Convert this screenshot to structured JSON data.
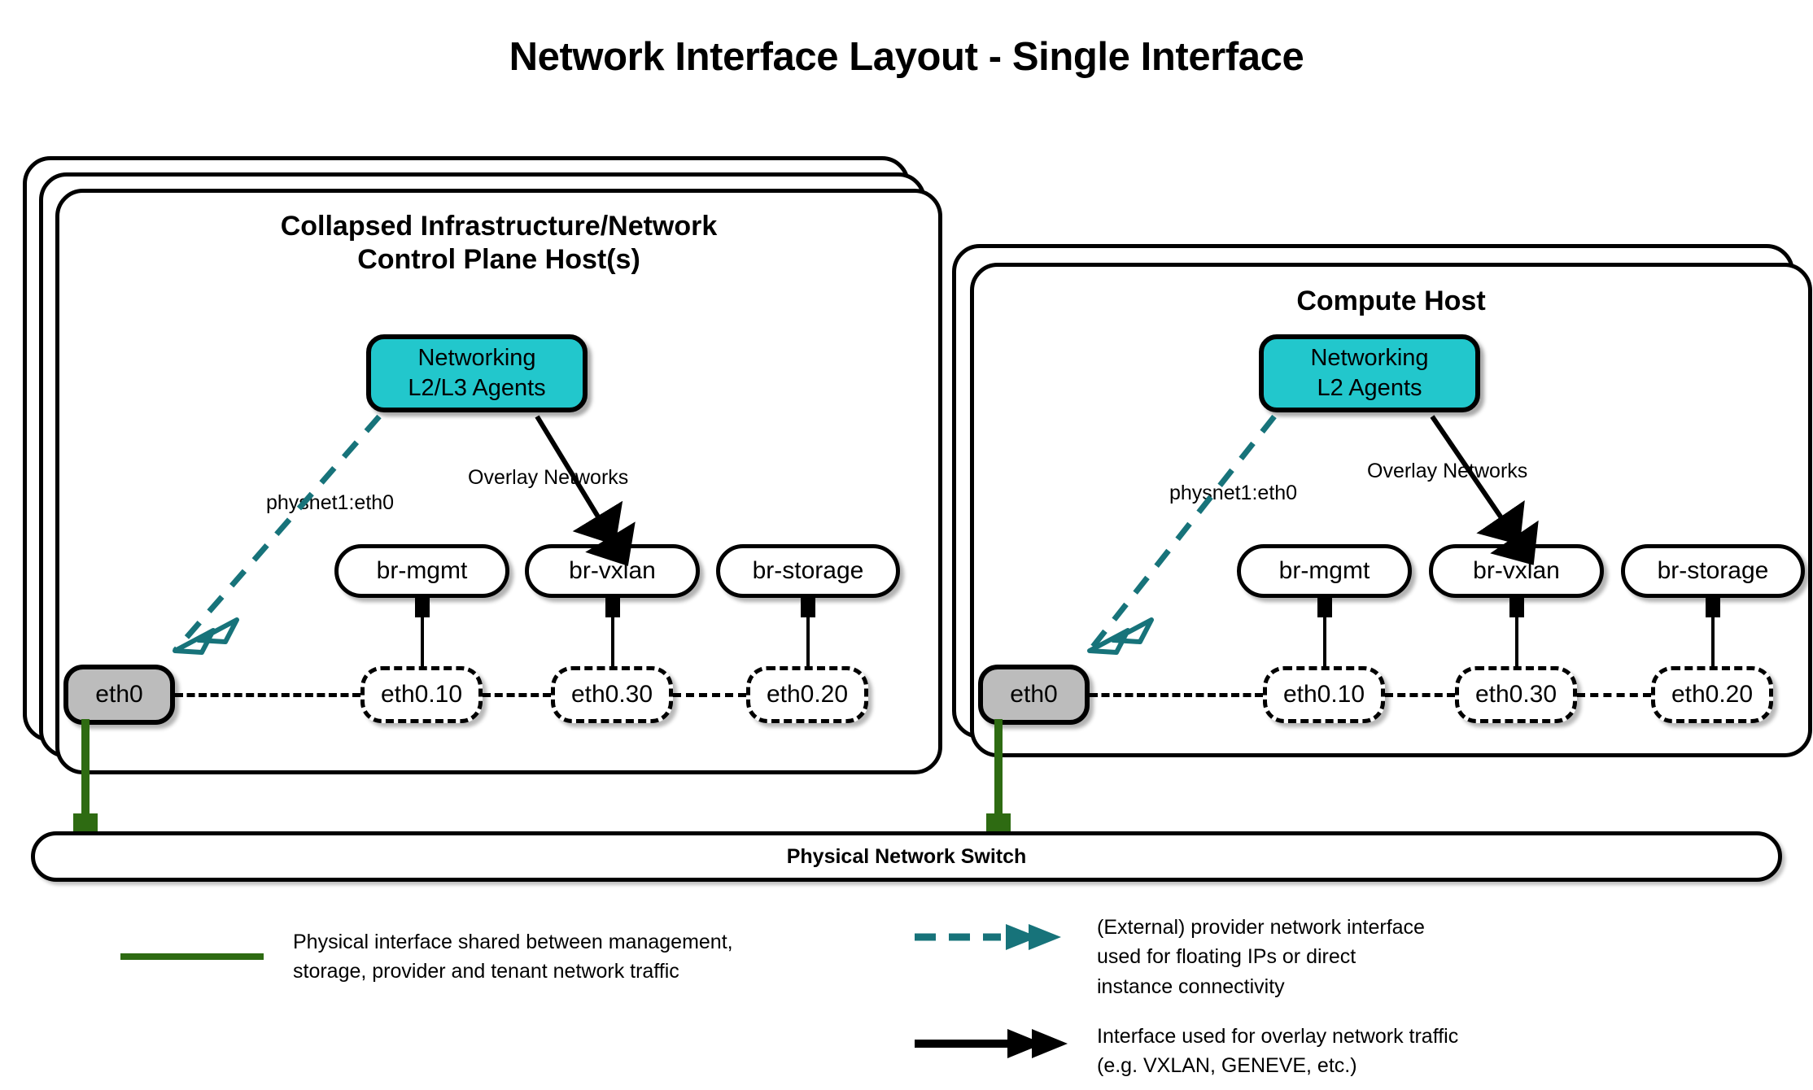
{
  "title": "Network Interface Layout - Single Interface",
  "hosts": [
    {
      "id": "control-plane",
      "title_line1": "Collapsed Infrastructure/Network",
      "title_line2": "Control Plane Host(s)",
      "stack_count": 3,
      "agent": {
        "line1": "Networking",
        "line2": "L2/L3 Agents",
        "color": "#22c7cc"
      },
      "edge_labels": {
        "provider": "physnet1:eth0",
        "overlay": "Overlay Networks"
      },
      "bridges": [
        "br-mgmt",
        "br-vxlan",
        "br-storage"
      ],
      "vlans": [
        "eth0.10",
        "eth0.30",
        "eth0.20"
      ],
      "nic": "eth0"
    },
    {
      "id": "compute",
      "title_line1": "Compute Host",
      "title_line2": "",
      "stack_count": 2,
      "agent": {
        "line1": "Networking",
        "line2": "L2 Agents",
        "color": "#22c7cc"
      },
      "edge_labels": {
        "provider": "physnet1:eth0",
        "overlay": "Overlay Networks"
      },
      "bridges": [
        "br-mgmt",
        "br-vxlan",
        "br-storage"
      ],
      "vlans": [
        "eth0.10",
        "eth0.30",
        "eth0.20"
      ],
      "nic": "eth0"
    }
  ],
  "switch": {
    "label": "Physical Network Switch"
  },
  "legend": [
    {
      "id": "physical-interface",
      "style": "solid-green",
      "color": "#2e6b12",
      "text": "Physical interface shared between management,\nstorage, provider and tenant network traffic"
    },
    {
      "id": "provider-interface",
      "style": "dashed-teal-double-arrow",
      "color": "#17737a",
      "text": "(External) provider network interface\nused for floating IPs or direct\ninstance connectivity"
    },
    {
      "id": "overlay-interface",
      "style": "solid-black-double-arrow",
      "color": "#000000",
      "text": "Interface used for overlay network traffic\n(e.g. VXLAN, GENEVE, etc.)"
    }
  ],
  "colors": {
    "agent_fill": "#22c7cc",
    "nic_fill": "#bcbcbc",
    "physical_link": "#2e6b12",
    "provider_link": "#17737a",
    "overlay_link": "#000000"
  }
}
